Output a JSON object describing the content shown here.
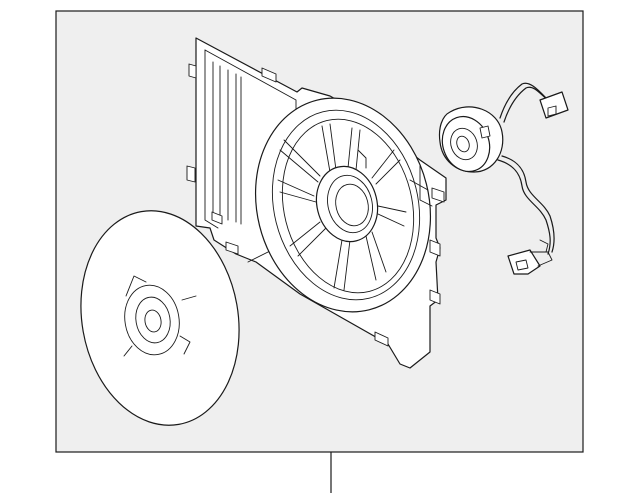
{
  "figure": {
    "panel_fill": "#efefef",
    "line_color": "#1a1a1a",
    "parts": [
      {
        "name": "fan-shroud"
      },
      {
        "name": "fan-blade"
      },
      {
        "name": "fan-motor"
      },
      {
        "name": "wire-harness"
      }
    ]
  }
}
